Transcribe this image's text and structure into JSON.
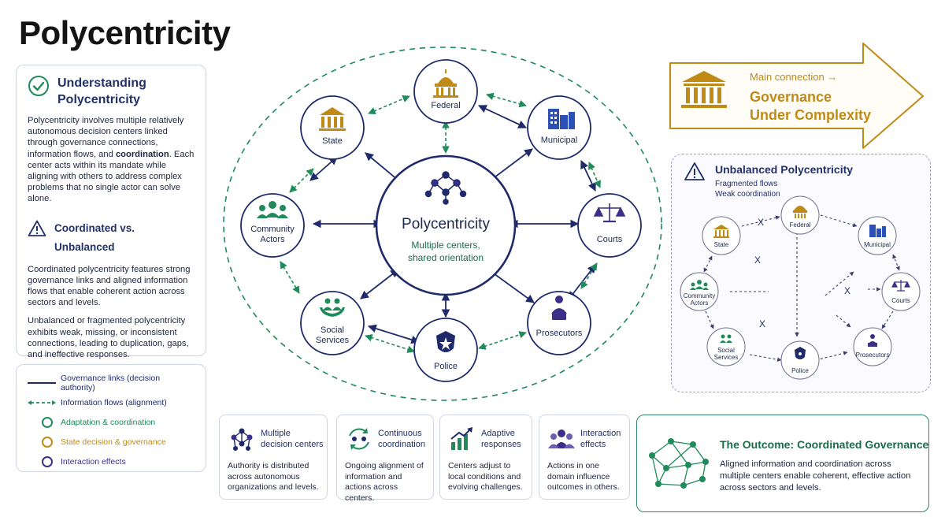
{
  "title": "Polycentricity",
  "understanding": {
    "heading": "Understanding Polycentricity",
    "text_a": "Polycentricity involves multiple relatively autonomous decision centers linked through governance connections, information flows, and ",
    "text_bold": "coordination",
    "text_b": ". Each center acts within its mandate while aligning with others to address complex problems that no single actor can solve alone.",
    "coordinated_heading": "Coordinated vs. Unbalanced",
    "coordinated_text": "Coordinated polycentricity features strong governance links and aligned information flows that enable coherent action across sectors and levels.",
    "unbalanced_text": "Unbalanced or fragmented polycentricity exhibits weak, missing, or inconsistent connections, leading to duplication, gaps, and ineffective responses."
  },
  "legend": [
    {
      "label": "Governance links (decision authority)",
      "kind": "solid",
      "color": "#1f2a6b"
    },
    {
      "label": "Information flows (alignment)",
      "kind": "dashed",
      "color": "#1f8a5a"
    },
    {
      "label": "Adaptation & coordination",
      "kind": "circle",
      "color": "#1f8a5a"
    },
    {
      "label": "State decision & governance",
      "kind": "circle",
      "color": "#c08a17"
    },
    {
      "label": "Interaction effects",
      "kind": "circle",
      "color": "#3b2f8a"
    }
  ],
  "diagram": {
    "center": {
      "title": "Polycentricity",
      "subtitle_1": "Multiple centers,",
      "subtitle_2": "shared orientation"
    },
    "nodes": {
      "federal": "Federal",
      "state": "State",
      "municipal": "Municipal",
      "community_1": "Community",
      "community_2": "Actors",
      "courts": "Courts",
      "social_1": "Social",
      "social_2": "Services",
      "prosecutors": "Prosecutors",
      "police": "Police"
    }
  },
  "main_connection": {
    "label": "Main connection →",
    "title": "Governance Under Complexity"
  },
  "unbalanced": {
    "title": "Unbalanced Polycentricity",
    "sub_1": "Fragmented flows",
    "sub_2": "Weak coordination",
    "mark": "X",
    "nodes": {
      "federal": "Federal",
      "state": "State",
      "municipal": "Municipal",
      "community_1": "Community",
      "community_2": "Actors",
      "courts": "Courts",
      "social_1": "Social",
      "social_2": "Services",
      "police": "Police",
      "prosecutors": "Prosecutors"
    }
  },
  "features": [
    {
      "title": "Multiple decision centers",
      "desc": "Authority is distributed across autonomous organizations and levels.",
      "icon": "network-icon"
    },
    {
      "title": "Continuous coordination",
      "desc": "Ongoing alignment of information and actions across centers.",
      "icon": "cycle-people-icon"
    },
    {
      "title": "Adaptive responses",
      "desc": "Centers adjust to local conditions and evolving challenges.",
      "icon": "growth-chart-icon"
    },
    {
      "title": "Interaction effects",
      "desc": "Actions in one domain influence outcomes in others.",
      "icon": "group-icon"
    }
  ],
  "outcome": {
    "title": "The Outcome: Coordinated Governance",
    "text": "Aligned information and coordination across multiple centers enable coherent, effective action across sectors and levels."
  },
  "colors": {
    "navy": "#1f2a6b",
    "green": "#1f8a5a",
    "gold": "#c08a17",
    "purple": "#3b2f8a"
  }
}
